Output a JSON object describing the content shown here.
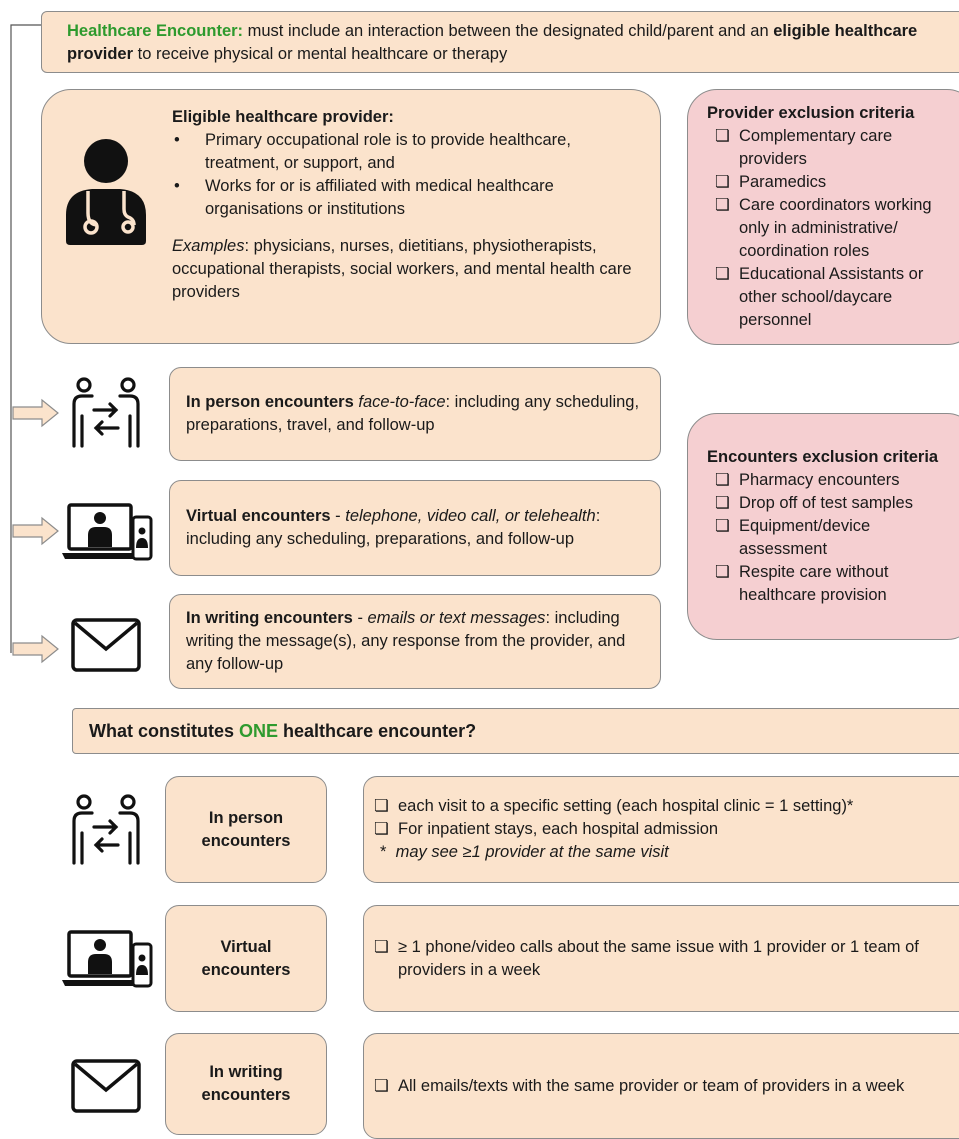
{
  "header": {
    "title": "Healthcare Encounter:",
    "text1": " must include an interaction between the designated child/parent and an ",
    "bold1": "eligible healthcare provider",
    "text2": " to receive physical or mental healthcare or therapy"
  },
  "provider": {
    "title": "Eligible healthcare provider:",
    "bullets": [
      "Primary occupational role is to provide healthcare, treatment, or support, and",
      "Works for or is affiliated with medical healthcare organisations or institutions"
    ],
    "examples_label": "Examples",
    "examples_text": ": physicians, nurses, dietitians, physiotherapists, occupational therapists, social workers, and mental health care providers",
    "icon": "doctor-icon"
  },
  "provider_exclusion": {
    "title": "Provider exclusion criteria",
    "items": [
      "Complementary care providers",
      "Paramedics",
      "Care coordinators working only in administrative/ coordination roles",
      "Educational Assistants or other school/daycare personnel"
    ]
  },
  "encounter_types": [
    {
      "bold": "In person encounters",
      "italic": " face-to-face",
      "text": ": including any scheduling, preparations, travel, and follow-up",
      "icon": "in-person-exchange-icon"
    },
    {
      "bold": "Virtual encounters",
      "sep": " - ",
      "italic": "telephone, video call, or telehealth",
      "text": ": including any scheduling, preparations, and follow-up",
      "icon": "virtual-laptop-phone-icon"
    },
    {
      "bold": "In writing encounters",
      "sep": " - ",
      "italic": "emails or text messages",
      "text": ": including writing the message(s), any response from the provider, and any follow-up",
      "icon": "envelope-icon"
    }
  ],
  "encounter_exclusion": {
    "title": "Encounters exclusion criteria",
    "items": [
      "Pharmacy encounters",
      "Drop off of test samples",
      "Equipment/device assessment",
      "Respite care without healthcare provision"
    ]
  },
  "one_encounter": {
    "prefix": "What constitutes ",
    "highlight": "ONE",
    "suffix": " healthcare encounter?"
  },
  "definitions": [
    {
      "label": "In person encounters",
      "items": [
        "each visit to a specific setting (each hospital clinic = 1 setting)*",
        "For inpatient stays, each hospital admission"
      ],
      "note_mark": "*",
      "note": "may see ≥1 provider at the same visit"
    },
    {
      "label": "Virtual encounters",
      "items": [
        "≥ 1 phone/video calls about the same issue with 1 provider or 1 team of providers in a week"
      ]
    },
    {
      "label": "In writing encounters",
      "items": [
        "All emails/texts with the same provider or team of providers in a week"
      ]
    }
  ],
  "checkbox_glyph": "❏",
  "colors": {
    "box_fill": "#fbe3cc",
    "exclusion_fill": "#f5cfd1",
    "highlight_green": "#2e9a2e",
    "border": "#8c8c8c"
  }
}
